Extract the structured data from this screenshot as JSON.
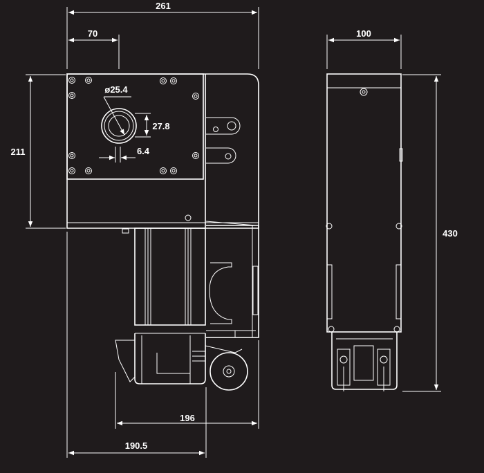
{
  "drawing": {
    "units": "mm",
    "dimensions": {
      "overall_width": "261",
      "flange_offset": "70",
      "side_width": "100",
      "flange_height": "211",
      "overall_height": "430",
      "bottom_width": "196",
      "bottom_offset": "190.5",
      "shaft_diameter": "ø25.4",
      "shaft_key_height": "27.8",
      "key_width": "6.4"
    },
    "colors": {
      "background": "#1f1b1c",
      "lines": "#ffffff"
    }
  }
}
